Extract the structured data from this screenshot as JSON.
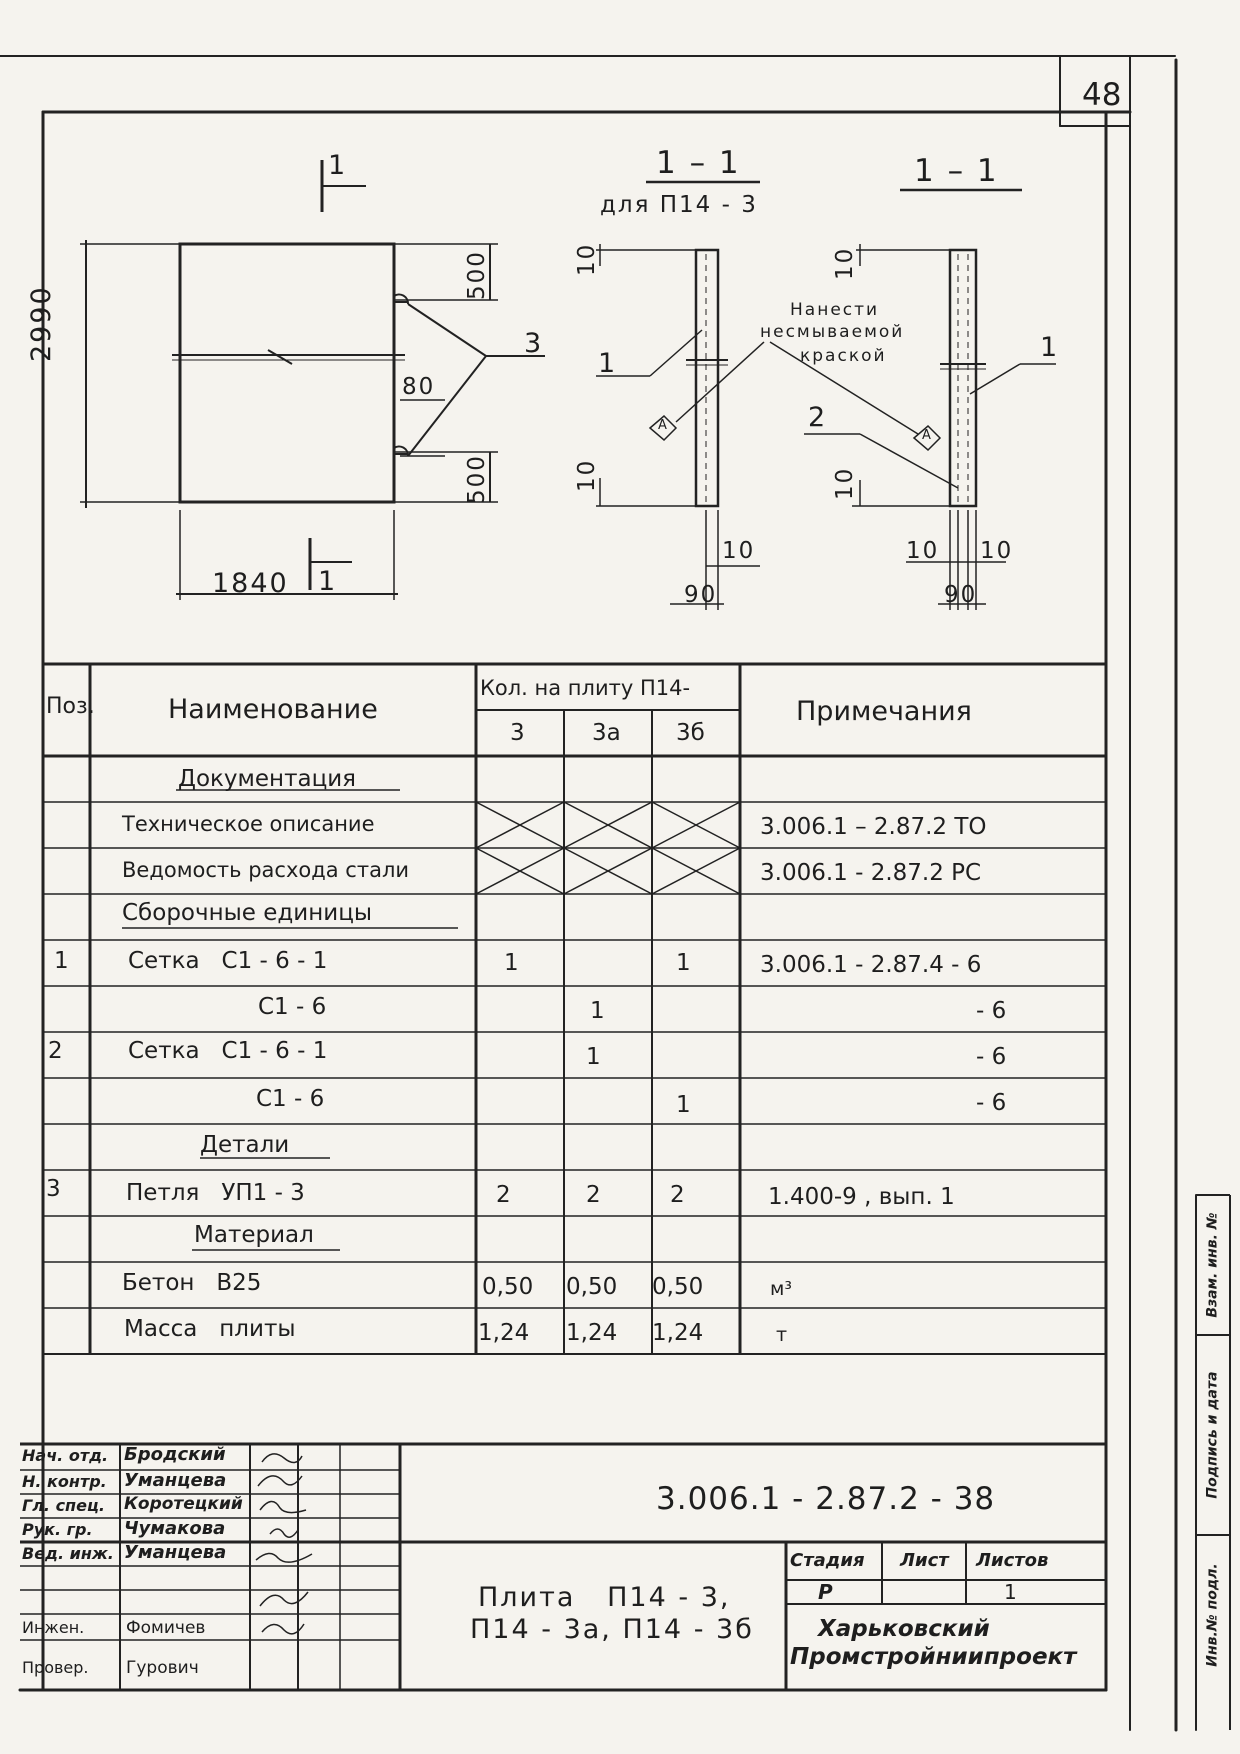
{
  "page_number": "48",
  "drawing": {
    "plan": {
      "section_mark_top": "1",
      "section_mark_bottom": "1",
      "dim_width": "1840",
      "dim_height": "2990",
      "dim_top_500": "500",
      "dim_bottom_500": "500",
      "dim_80": "80",
      "callout_3": "3"
    },
    "section_left": {
      "title": "1 – 1",
      "subtitle": "для П14 - 3",
      "dim_top_10": "10",
      "dim_bottom_10": "10",
      "dim_side_10": "10",
      "dim_90": "90",
      "callout_1": "1"
    },
    "section_right": {
      "title": "1 – 1",
      "dim_top_10": "10",
      "dim_bottom_10": "10",
      "dim_side_left_10": "10",
      "dim_side_right_10": "10",
      "dim_90": "90",
      "callout_1": "1",
      "callout_2": "2"
    },
    "note_lines": [
      "Нанести",
      "несмываемой",
      "краской"
    ],
    "marker": "А"
  },
  "spec_table": {
    "headers": {
      "pos": "Поз.",
      "name": "Наименование",
      "qty": "Кол. на плиту П14-",
      "qty_cols": [
        "3",
        "3а",
        "3б"
      ],
      "note": "Примечания"
    },
    "rows": [
      {
        "pos": "",
        "name": "Документация",
        "q": [
          "",
          "",
          ""
        ],
        "note": ""
      },
      {
        "pos": "",
        "name": "Техническое описание",
        "q": [
          "",
          "",
          ""
        ],
        "note": "3.006.1 – 2.87.2  ТО"
      },
      {
        "pos": "",
        "name": "Ведомость расхода стали",
        "q": [
          "",
          "",
          ""
        ],
        "note": "3.006.1 - 2.87.2  РС"
      },
      {
        "pos": "",
        "name": "Сборочные единицы",
        "q": [
          "",
          "",
          ""
        ],
        "note": ""
      },
      {
        "pos": "1",
        "name": "Сетка   С1 - 6 - 1",
        "q": [
          "1",
          "",
          "1"
        ],
        "note": "3.006.1 - 2.87.4 - 6"
      },
      {
        "pos": "",
        "name": "С1 - 6",
        "q": [
          "",
          "1",
          ""
        ],
        "note": "- 6"
      },
      {
        "pos": "2",
        "name": "Сетка   С1 - 6 - 1",
        "q": [
          "",
          "1",
          ""
        ],
        "note": "- 6"
      },
      {
        "pos": "",
        "name": "С1 - 6",
        "q": [
          "",
          "",
          "1"
        ],
        "note": "- 6"
      },
      {
        "pos": "",
        "name": "Детали",
        "q": [
          "",
          "",
          ""
        ],
        "note": ""
      },
      {
        "pos": "3",
        "name": "Петля   УП1 - 3",
        "q": [
          "2",
          "2",
          "2"
        ],
        "note": "1.400-9 , вып. 1"
      },
      {
        "pos": "",
        "name": "Материал",
        "q": [
          "",
          "",
          ""
        ],
        "note": ""
      },
      {
        "pos": "",
        "name": "Бетон   В25",
        "q": [
          "0,50",
          "0,50",
          "0,50"
        ],
        "note": "м³"
      },
      {
        "pos": "",
        "name": "Масса   плиты",
        "q": [
          "1,24",
          "1,24",
          "1,24"
        ],
        "note": "т"
      }
    ]
  },
  "title_block": {
    "signatures": [
      {
        "role": "Нач. отд.",
        "name": "Бродский"
      },
      {
        "role": "Н. контр.",
        "name": "Уманцева"
      },
      {
        "role": "Гл. спец.",
        "name": "Коротецкий"
      },
      {
        "role": "Рук. гр.",
        "name": "Чумакова"
      },
      {
        "role": "Вед. инж.",
        "name": "Уманцева"
      },
      {
        "role": "",
        "name": ""
      },
      {
        "role": "Инжен.",
        "name": "Фомичев"
      },
      {
        "role": "Провер.",
        "name": "Гурович"
      }
    ],
    "doc_code": "3.006.1 - 2.87.2 - 38",
    "title_line1": "Плита   П14 - 3,",
    "title_line2": "П14 - 3а, П14 - 3б",
    "stage_label": "Стадия",
    "sheet_label": "Лист",
    "sheets_label": "Листов",
    "stage_value": "Р",
    "sheets_value": "1",
    "org_line1": "Харьковский",
    "org_line2": "Промстройниипроект"
  },
  "side_strip": {
    "inv_podl": "Инв.№ подл.",
    "podpis": "Подпись и дата",
    "vzam": "Взам. инв. №"
  }
}
